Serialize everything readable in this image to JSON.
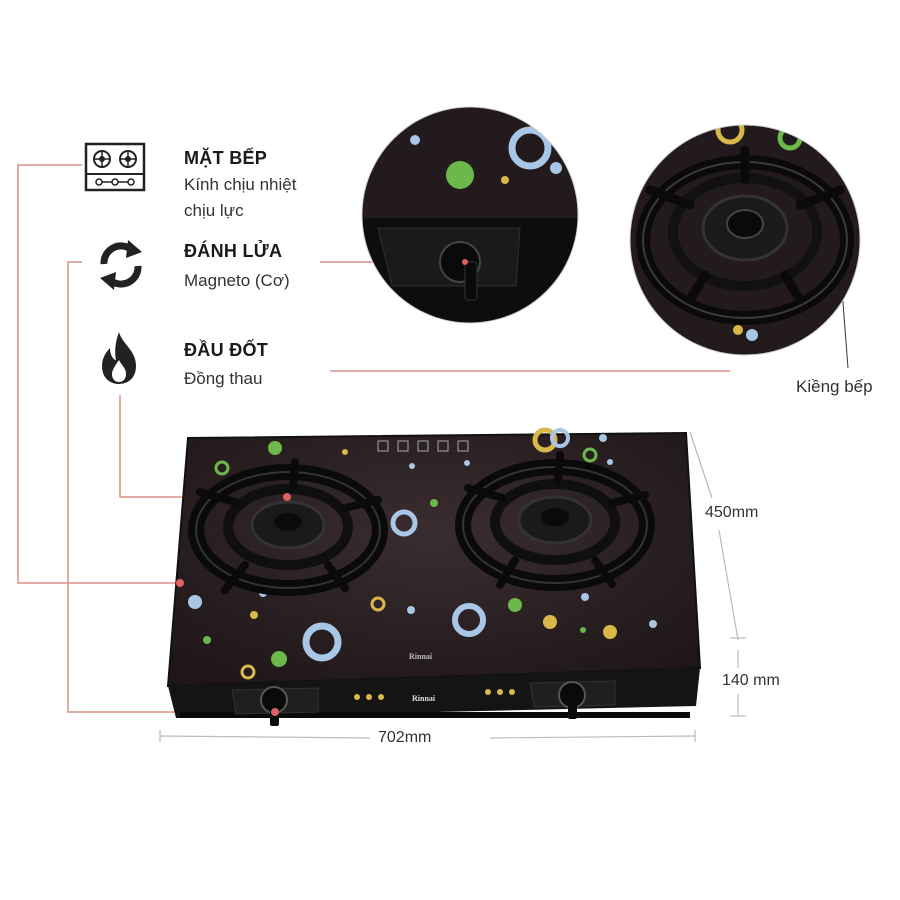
{
  "features": [
    {
      "icon": "cooktop-icon",
      "title": "MẶT BẾP",
      "desc_line1": "Kính chịu nhiệt",
      "desc_line2": "chịu lực"
    },
    {
      "icon": "refresh-icon",
      "title": "ĐÁNH LỬA",
      "desc_line1": "Magneto (Cơ)"
    },
    {
      "icon": "flame-icon",
      "title": "ĐẦU ĐỐT",
      "desc_line1": "Đồng thau"
    }
  ],
  "callout_label": "Kiềng bếp",
  "dimensions": {
    "depth": "450mm",
    "height": "140 mm",
    "width": "702mm"
  },
  "brand": "Rinnai",
  "colors": {
    "accent_line": "#d98f86",
    "glass": "#2a1f22",
    "body": "#141414",
    "dot_green": "#7fbf4a",
    "dot_blue": "#a8c7e6",
    "dot_yellow": "#d9b84a"
  }
}
